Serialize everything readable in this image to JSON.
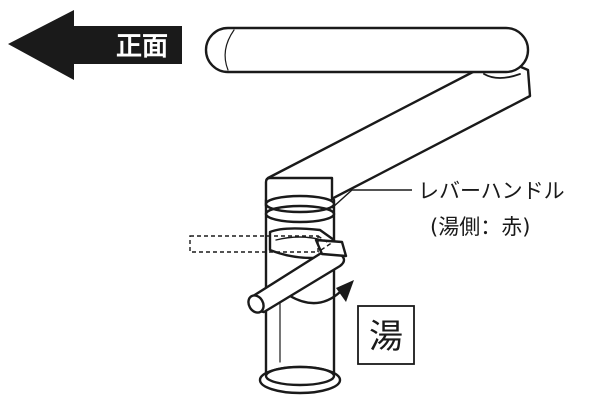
{
  "front_arrow": {
    "label": "正面"
  },
  "callout": {
    "line1": "レバーハンドル",
    "line2": "(湯側：赤)"
  },
  "hot_box": {
    "label": "湯"
  },
  "colors": {
    "ink": "#1a1a1a",
    "paper": "#ffffff",
    "guide": "#555555"
  }
}
